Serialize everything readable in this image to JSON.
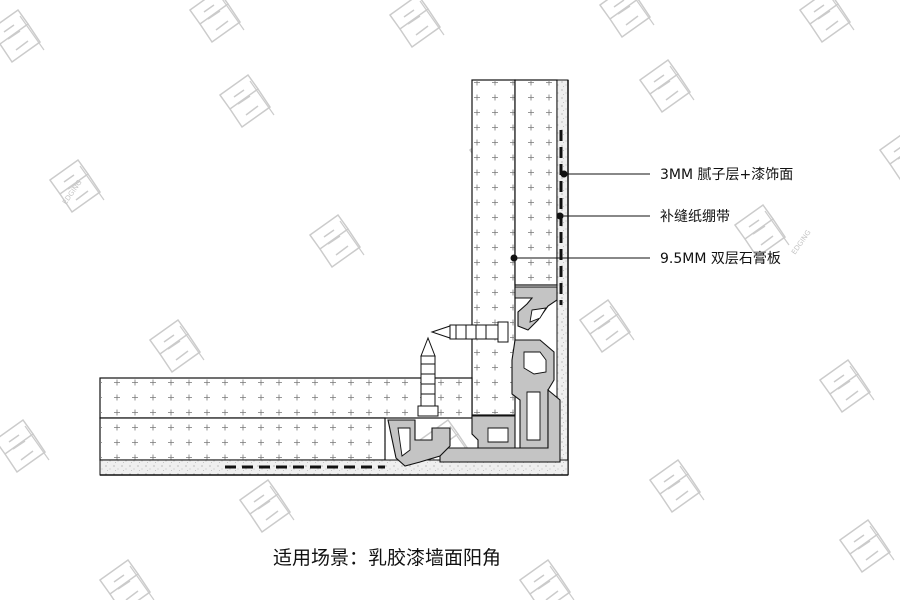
{
  "labels": {
    "putty_layer": "3MM 腻子层+漆饰面",
    "seam_tape": "补缝纸绷带",
    "gypsum_board": "9.5MM 双层石膏板"
  },
  "caption": "适用场景：乳胶漆墙面阳角",
  "watermark": {
    "logo_text": "EDGING"
  },
  "colors": {
    "line": "#111111",
    "speckle": "#d0d0d0",
    "profile": "#c4c4c4",
    "watermark": "#bdbdbd"
  }
}
